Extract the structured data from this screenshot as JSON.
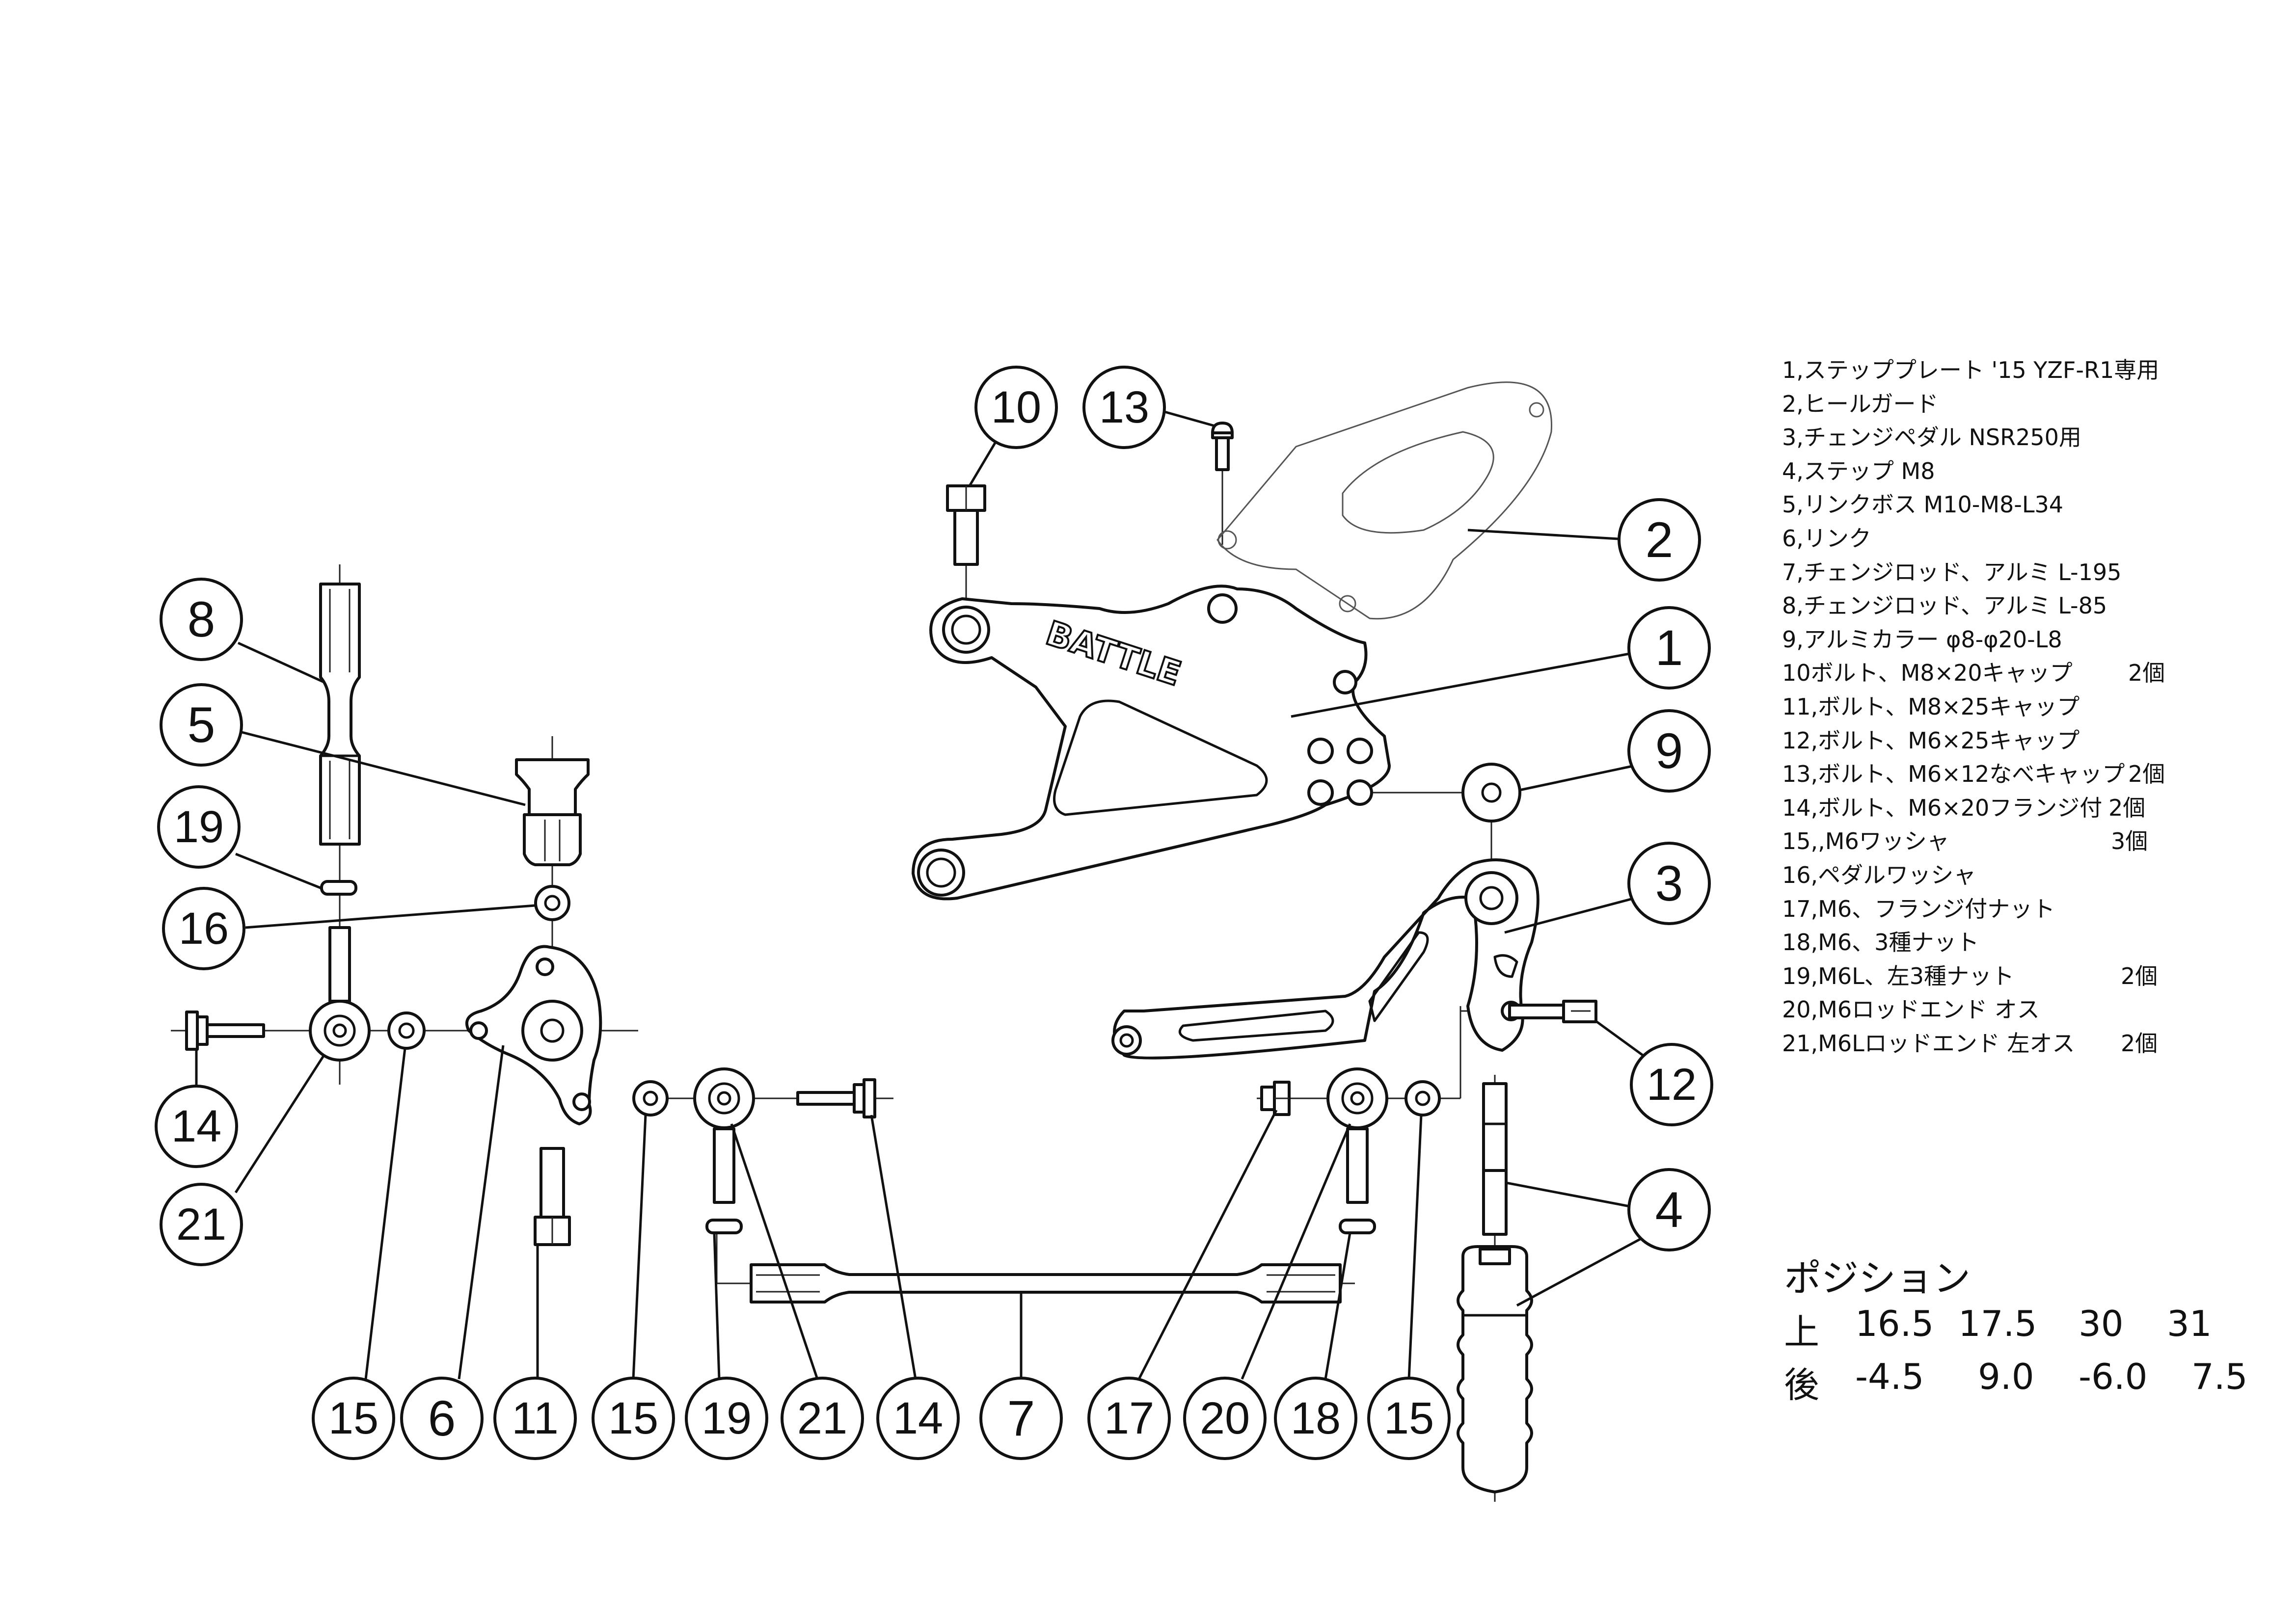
{
  "drawing": {
    "brand_label": "BATTLE"
  },
  "callouts": {
    "c1": "1",
    "c2": "2",
    "c3": "3",
    "c4": "4",
    "c5": "5",
    "c8": "8",
    "c9": "9",
    "c10": "10",
    "c12": "12",
    "c13": "13",
    "c14": "14",
    "c16": "16",
    "c19": "19",
    "c21": "21",
    "b15a": "15",
    "b6": "6",
    "b11": "11",
    "b15b": "15",
    "b19": "19",
    "b21": "21",
    "b14": "14",
    "b7": "7",
    "b17": "17",
    "b20": "20",
    "b18": "18",
    "b15c": "15"
  },
  "parts_list": [
    {
      "text": "1,ステッププレート '15 YZF-R1専用",
      "qty": ""
    },
    {
      "text": "2,ヒールガード",
      "qty": ""
    },
    {
      "text": "3,チェンジペダル  NSR250用",
      "qty": ""
    },
    {
      "text": "4,ステップ  M8",
      "qty": ""
    },
    {
      "text": "5,リンクボス M10-M8-L34",
      "qty": ""
    },
    {
      "text": "6,リンク",
      "qty": ""
    },
    {
      "text": "7,チェンジロッド、アルミ L-195",
      "qty": ""
    },
    {
      "text": "8,チェンジロッド、アルミ L-85",
      "qty": ""
    },
    {
      "text": "9,アルミカラー  φ8-φ20-L8",
      "qty": ""
    },
    {
      "text": "10ボルト、M8×20キャップ",
      "qty": "2個"
    },
    {
      "text": "11,ボルト、M8×25キャップ",
      "qty": ""
    },
    {
      "text": "12,ボルト、M6×25キャップ",
      "qty": ""
    },
    {
      "text": "13,ボルト、M6×12なべキャップ",
      "qty": "2個"
    },
    {
      "text": "14,ボルト、M6×20フランジ付",
      "qty": "2個"
    },
    {
      "text": "15,,M6ワッシャ",
      "qty": "3個"
    },
    {
      "text": "16,ペダルワッシャ",
      "qty": ""
    },
    {
      "text": "17,M6、フランジ付ナット",
      "qty": ""
    },
    {
      "text": "18,M6、3種ナット",
      "qty": ""
    },
    {
      "text": "19,M6L、左3種ナット",
      "qty": "2個"
    },
    {
      "text": "20,M6ロッドエンド  オス",
      "qty": ""
    },
    {
      "text": "21,M6Lロッドエンド  左オス",
      "qty": "2個"
    }
  ],
  "position_table": {
    "title": "ポジション",
    "rows": [
      {
        "label": "上",
        "values": [
          "16.5",
          "17.5",
          "30",
          "31"
        ]
      },
      {
        "label": "後",
        "values": [
          "-4.5",
          "9.0",
          "-6.0",
          "7.5"
        ]
      }
    ]
  }
}
